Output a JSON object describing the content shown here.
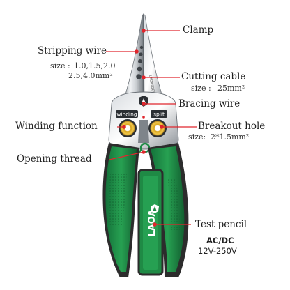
{
  "colors": {
    "accent": "#e0262d",
    "handle_green": "#1f8a45",
    "handle_dark": "#2c2c2c",
    "text": "#1f1f1f"
  },
  "tool": {
    "brand": "LAOA",
    "jaw_engraving": "LAOATOOLS",
    "winding_badge": "winding",
    "split_badge": "split",
    "brand_logo": "shield-icon"
  },
  "labels": {
    "clamp": "Clamp",
    "stripping_wire": "Stripping wire",
    "stripping_size_prefix": "size :",
    "stripping_size_line1": "1.0,1.5,2.0",
    "stripping_size_line2": "2.5,4.0mm²",
    "cutting_cable": "Cutting cable",
    "cutting_size_prefix": "size :",
    "cutting_size_value": "25mm²",
    "bracing_wire": "Bracing wire",
    "winding_function": "Winding function",
    "breakout_hole": "Breakout hole",
    "breakout_size_prefix": "size:",
    "breakout_size_value": "2*1.5mm²",
    "opening_thread": "Opening thread",
    "test_pencil": "Test pencil",
    "acdc": "AC/DC",
    "voltage": "12V-250V"
  }
}
